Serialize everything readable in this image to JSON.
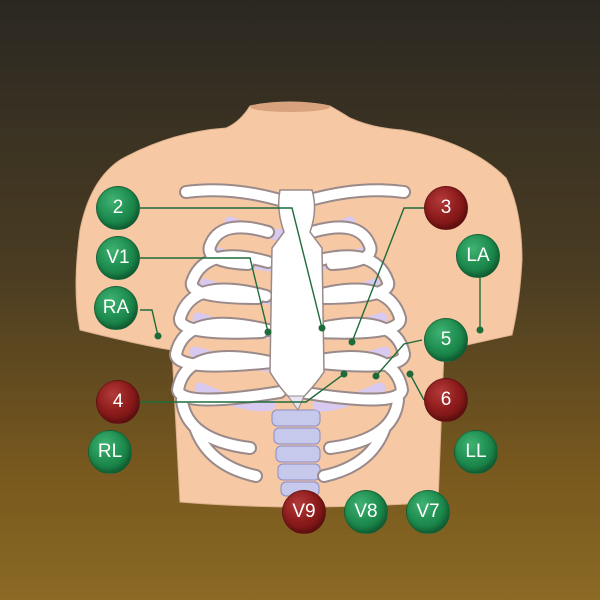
{
  "colors": {
    "background_top": "#2b2822",
    "background_bottom": "#8a6a24",
    "skin": "#f6c8a4",
    "bone": "#ffffff",
    "bone_outline": "#9a8a8a",
    "cartilage": "#d7c9f0",
    "spine": "#c7c9ec",
    "marker_green": "#1f8e50",
    "marker_red": "#8e1c1c",
    "lead_line": "#1e6b3a"
  },
  "markers": [
    {
      "id": "m2",
      "label": "2",
      "color": "green"
    },
    {
      "id": "m3",
      "label": "3",
      "color": "red"
    },
    {
      "id": "mLA",
      "label": "LA",
      "color": "green"
    },
    {
      "id": "mV1",
      "label": "V1",
      "color": "green"
    },
    {
      "id": "mRA",
      "label": "RA",
      "color": "green"
    },
    {
      "id": "m5",
      "label": "5",
      "color": "green"
    },
    {
      "id": "m4",
      "label": "4",
      "color": "red"
    },
    {
      "id": "m6",
      "label": "6",
      "color": "red"
    },
    {
      "id": "mRL",
      "label": "RL",
      "color": "green"
    },
    {
      "id": "mLL",
      "label": "LL",
      "color": "green"
    },
    {
      "id": "mV9",
      "label": "V9",
      "color": "red"
    },
    {
      "id": "mV8",
      "label": "V8",
      "color": "green"
    },
    {
      "id": "mV7",
      "label": "V7",
      "color": "green"
    }
  ]
}
